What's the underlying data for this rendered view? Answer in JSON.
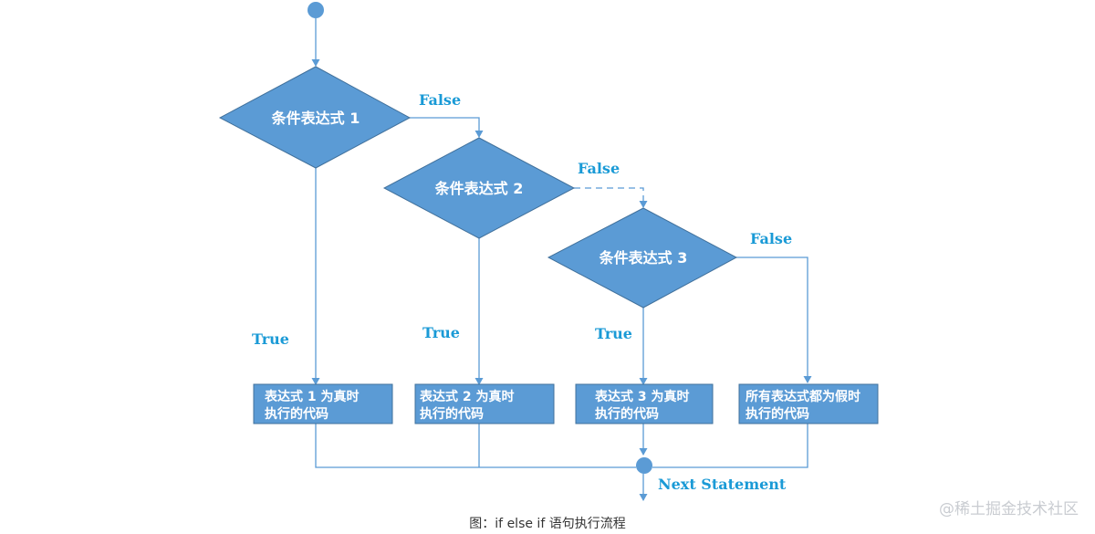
{
  "colors": {
    "node_fill": "#5b9bd5",
    "node_stroke": "#41719c",
    "arrow": "#5b9bd5",
    "label": "#1a9ad6"
  },
  "conditions": [
    {
      "label": "条件表达式 1"
    },
    {
      "label": "条件表达式 2"
    },
    {
      "label": "条件表达式 3"
    }
  ],
  "actions": [
    {
      "lines": [
        "表达式 1 为真时",
        "执行的代码"
      ]
    },
    {
      "lines": [
        "表达式 2 为真时",
        "执行的代码"
      ]
    },
    {
      "lines": [
        "表达式 3 为真时",
        "执行的代码"
      ]
    },
    {
      "lines": [
        "所有表达式都为假时",
        "执行的代码"
      ]
    }
  ],
  "edge_labels": {
    "true_label": "True",
    "false_label": "False",
    "next_statement": "Next Statement"
  },
  "caption": "图：if else if 语句执行流程",
  "watermark": "@稀土掘金技术社区"
}
